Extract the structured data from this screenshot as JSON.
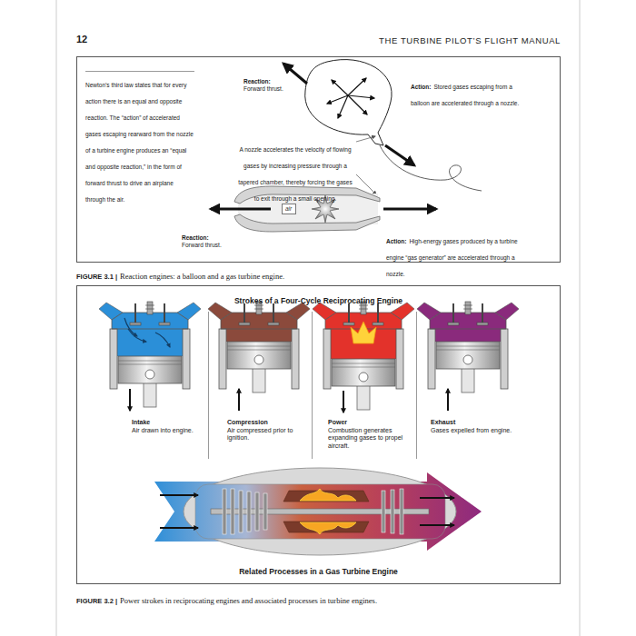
{
  "diagram": {
    "nodes": [
      {
        "text": [
          "air"
        ]
      },
      {
        "text": [
          "Intake",
          "Air drawn into engine."
        ]
      },
      {
        "text": [
          "Compression",
          "Air compressed prior to ignition."
        ]
      },
      {
        "text": [
          "Power",
          "Combustion generates expanding gases to propel aircraft."
        ]
      },
      {
        "text": [
          "Exhaust",
          "Gases expelled from engine."
        ]
      }
    ],
    "labels": [
      "12",
      "THE TURBINE PILOT’S FLIGHT MANUAL",
      "Newton’s third law states that for every action there is an equal and opposite reaction. The “action” of accelerated gases escaping rearward from the nozzle of a turbine engine produces an “equal and opposite reaction,” in the form of forward thrust to drive an airplane through the air.",
      "Reaction:",
      "Forward thrust.",
      "Action:",
      "Stored gases escaping from a balloon are accelerated through a nozzle.",
      "A nozzle accelerates the velocity of flowing gases by increasing pressure through a tapered chamber, thereby forcing the gases to exit through a small opening.",
      "Reaction:",
      "Forward thrust.",
      "Action:",
      "High-energy gases produced by a turbine engine “gas generator” are accelerated through a nozzle.",
      "FIGURE 3.1 |",
      "Reaction engines: a balloon and a gas turbine engine.",
      "Strokes of a Four-Cycle Reciprocating Engine",
      "Related Processes in a Gas Turbine Engine",
      "FIGURE 3.2 |",
      "Power strokes in reciprocating engines and associated processes in turbine engines."
    ]
  }
}
